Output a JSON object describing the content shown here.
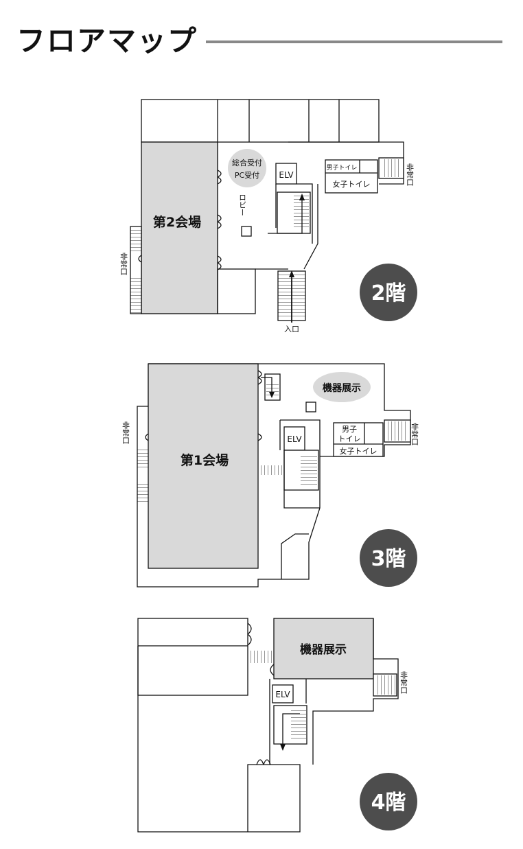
{
  "title": "フロアマップ",
  "floors": [
    {
      "badge": "2階",
      "hall": "第2会場",
      "reception_line1": "総合受付",
      "reception_line2": "PC受付",
      "lobby": "ロビー",
      "elv": "ELV",
      "mens": "男子トイレ",
      "womens": "女子トイレ",
      "emergency": "非常口",
      "entrance": "入口"
    },
    {
      "badge": "3階",
      "hall": "第1会場",
      "exhibit": "機器展示",
      "elv": "ELV",
      "mens_line1": "男子",
      "mens_line2": "トイレ",
      "womens": "女子トイレ",
      "emergency": "非常口"
    },
    {
      "badge": "4階",
      "exhibit": "機器展示",
      "elv": "ELV",
      "emergency": "非常口"
    }
  ],
  "colors": {
    "badge": "#4d4d4d",
    "hall_fill": "#d9d9d9",
    "reception_bubble": "#d9d9d9",
    "title_rule": "#888888"
  }
}
